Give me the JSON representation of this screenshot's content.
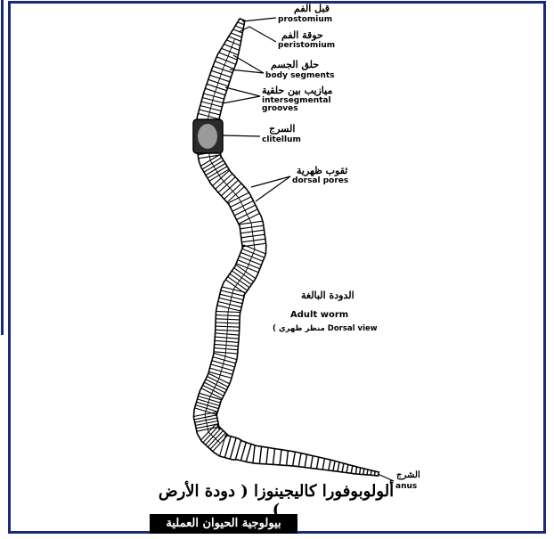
{
  "labels": [
    {
      "id": "prostomium",
      "ar": "قبل الفم",
      "en": "prostomium"
    },
    {
      "id": "peristomium",
      "ar": "حوقة الفم",
      "en": "peristomium"
    },
    {
      "id": "body-segments",
      "ar": "حلق الجسم",
      "en": "body segments"
    },
    {
      "id": "intersegmental-grooves",
      "ar": "ميازيب بين حلقية",
      "en": "intersegmental",
      "en2": "grooves"
    },
    {
      "id": "clitellum",
      "ar": "السرج",
      "en": "clitellum"
    },
    {
      "id": "dorsal-pores",
      "ar": "ثقوب ظهرية",
      "en": "dorsal pores"
    },
    {
      "id": "anus",
      "ar": "الشرج",
      "en": "anus"
    }
  ],
  "worm_title": {
    "ar": "الدودة البالغة",
    "en": "Adult worm",
    "view": "( منظر ظهري Dorsal view"
  },
  "caption": "ألولوبوفورا كاليجينوزا ( دودة الأرض )",
  "banner": "بيولوجية الحيوان العملية",
  "colors": {
    "frame": "#1a2a7a",
    "ink": "#000000",
    "paper": "#ffffff"
  }
}
